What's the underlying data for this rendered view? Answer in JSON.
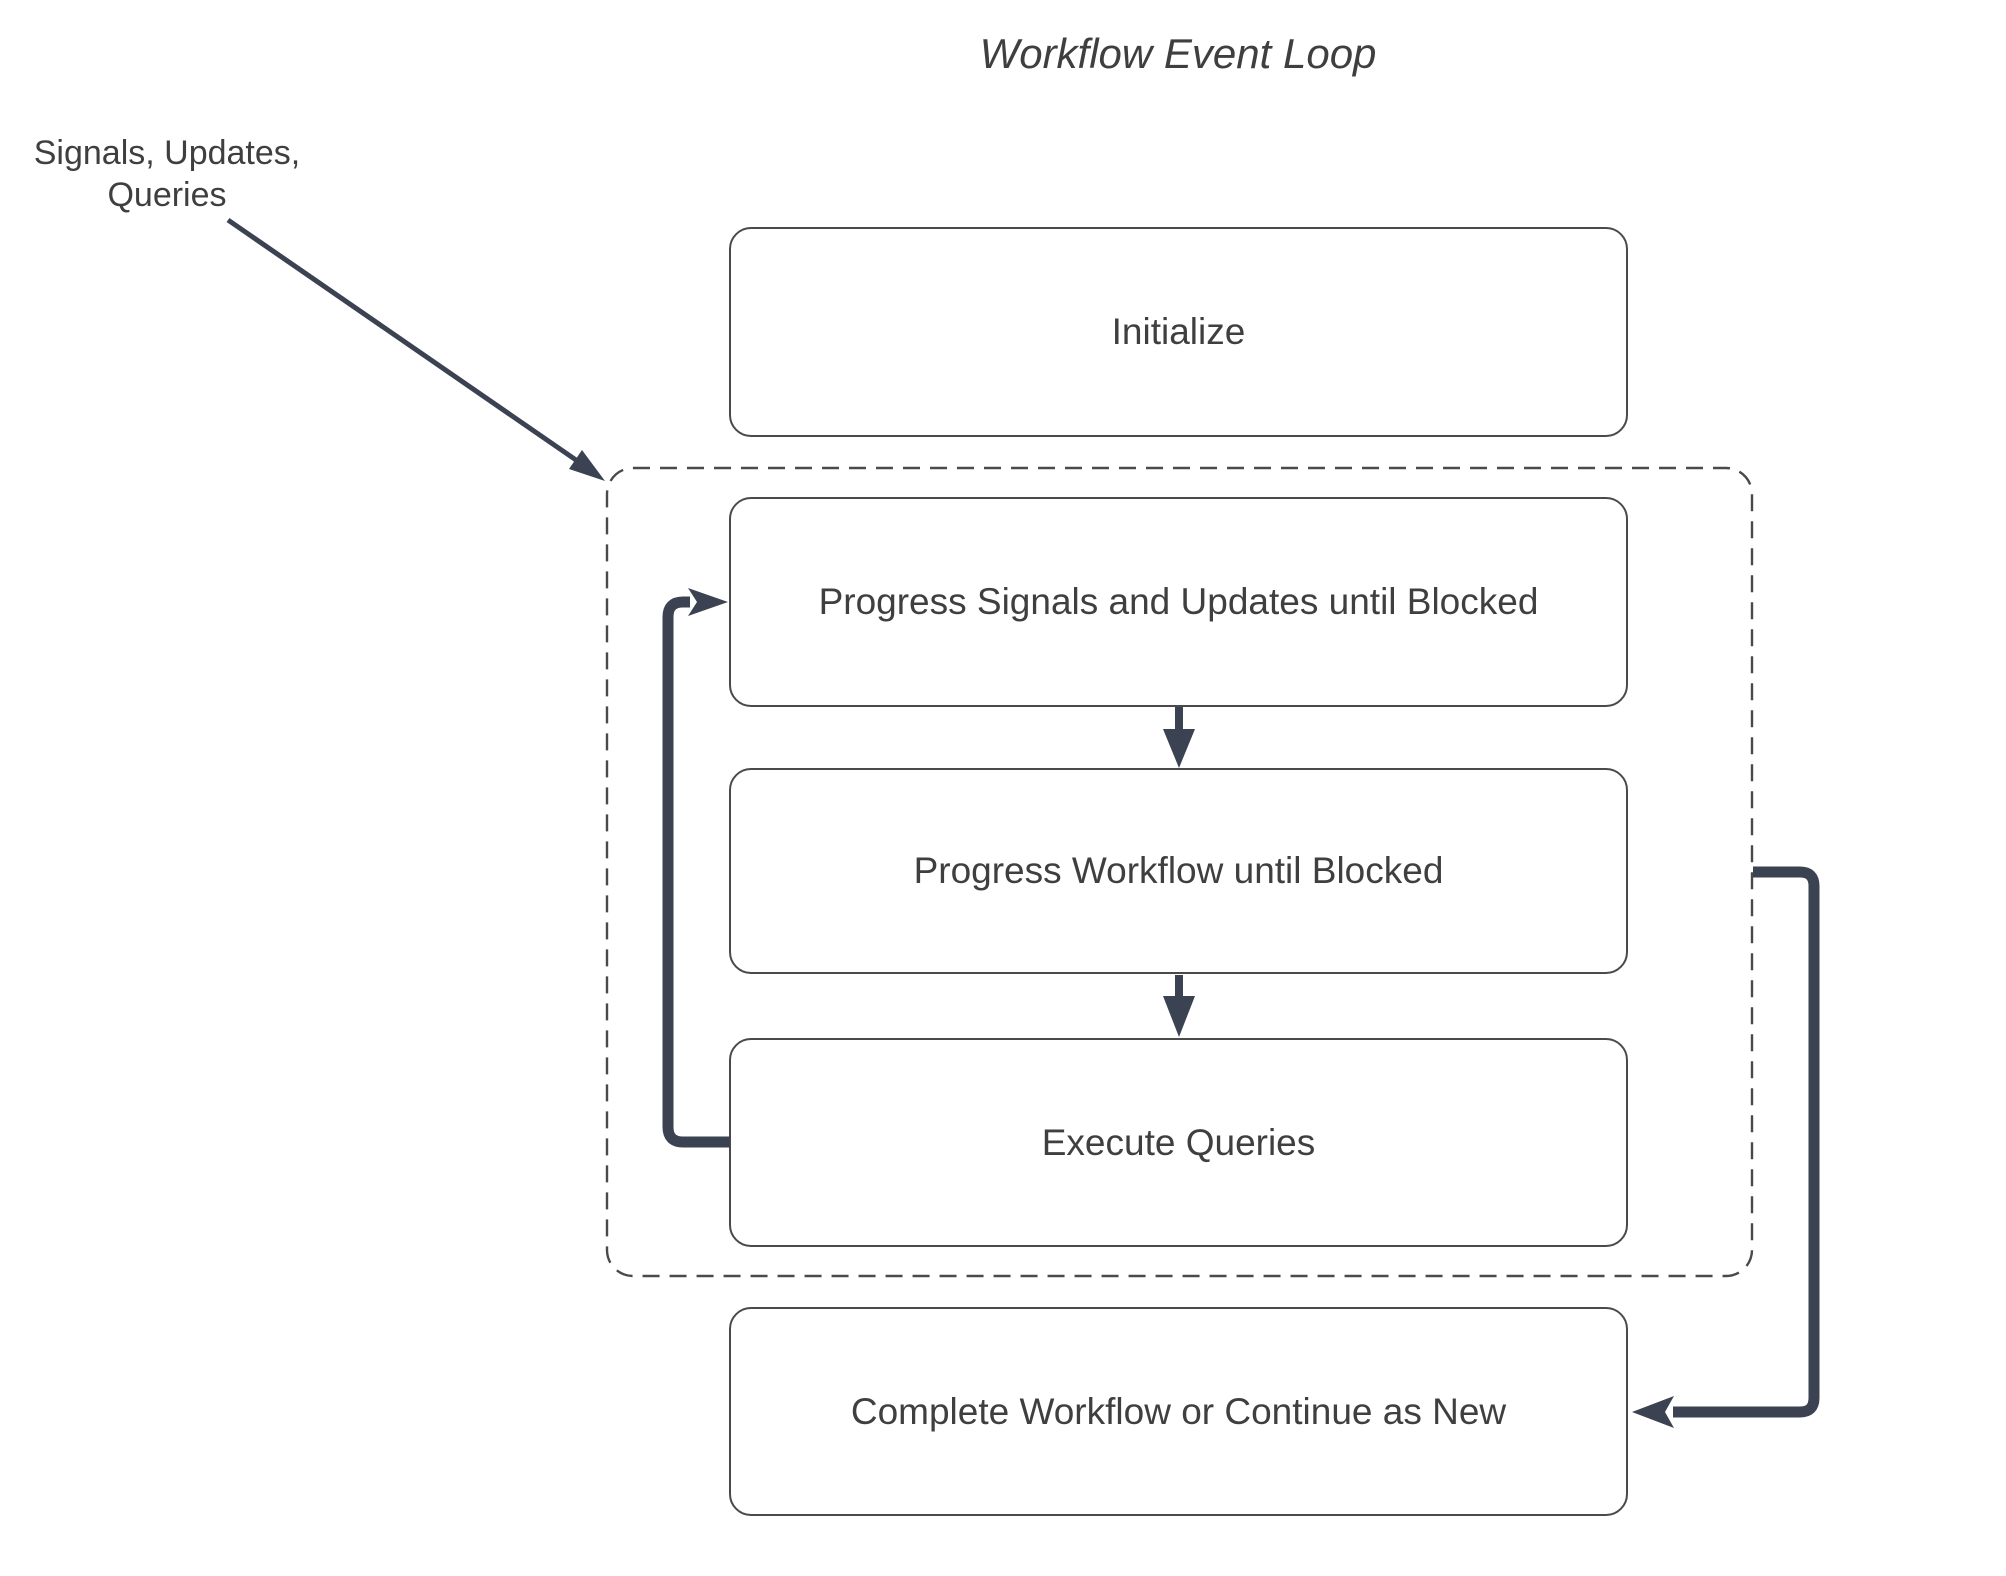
{
  "diagram": {
    "title": "Workflow Event Loop",
    "annotation": {
      "lines": [
        "Signals, Updates,",
        "Queries"
      ]
    },
    "nodes": [
      {
        "id": "initialize",
        "label": "Initialize"
      },
      {
        "id": "progress-signals-updates",
        "label": "Progress Signals and Updates until Blocked"
      },
      {
        "id": "progress-workflow",
        "label": "Progress Workflow until Blocked"
      },
      {
        "id": "execute-queries",
        "label": "Execute Queries"
      },
      {
        "id": "complete-or-continue",
        "label": "Complete Workflow or Continue as New"
      }
    ],
    "groups": [
      {
        "id": "event-loop-group",
        "contains": [
          "progress-signals-updates",
          "progress-workflow",
          "execute-queries"
        ],
        "border": "dashed"
      }
    ],
    "edges": [
      {
        "from": "signals-updates-queries-annotation",
        "to": "event-loop-group",
        "style": "thin-diagonal-arrow"
      },
      {
        "from": "progress-signals-updates",
        "to": "progress-workflow",
        "style": "short-down-arrow"
      },
      {
        "from": "progress-workflow",
        "to": "execute-queries",
        "style": "short-down-arrow"
      },
      {
        "from": "execute-queries",
        "to": "progress-signals-updates",
        "style": "thick-elbow-arrow-left-loop"
      },
      {
        "from": "event-loop-group",
        "to": "complete-or-continue",
        "style": "thick-elbow-arrow-right"
      }
    ],
    "colors": {
      "arrow": "#3b4252",
      "border": "#4a4a4a",
      "text": "#3f3f3f",
      "background": "#ffffff"
    }
  }
}
